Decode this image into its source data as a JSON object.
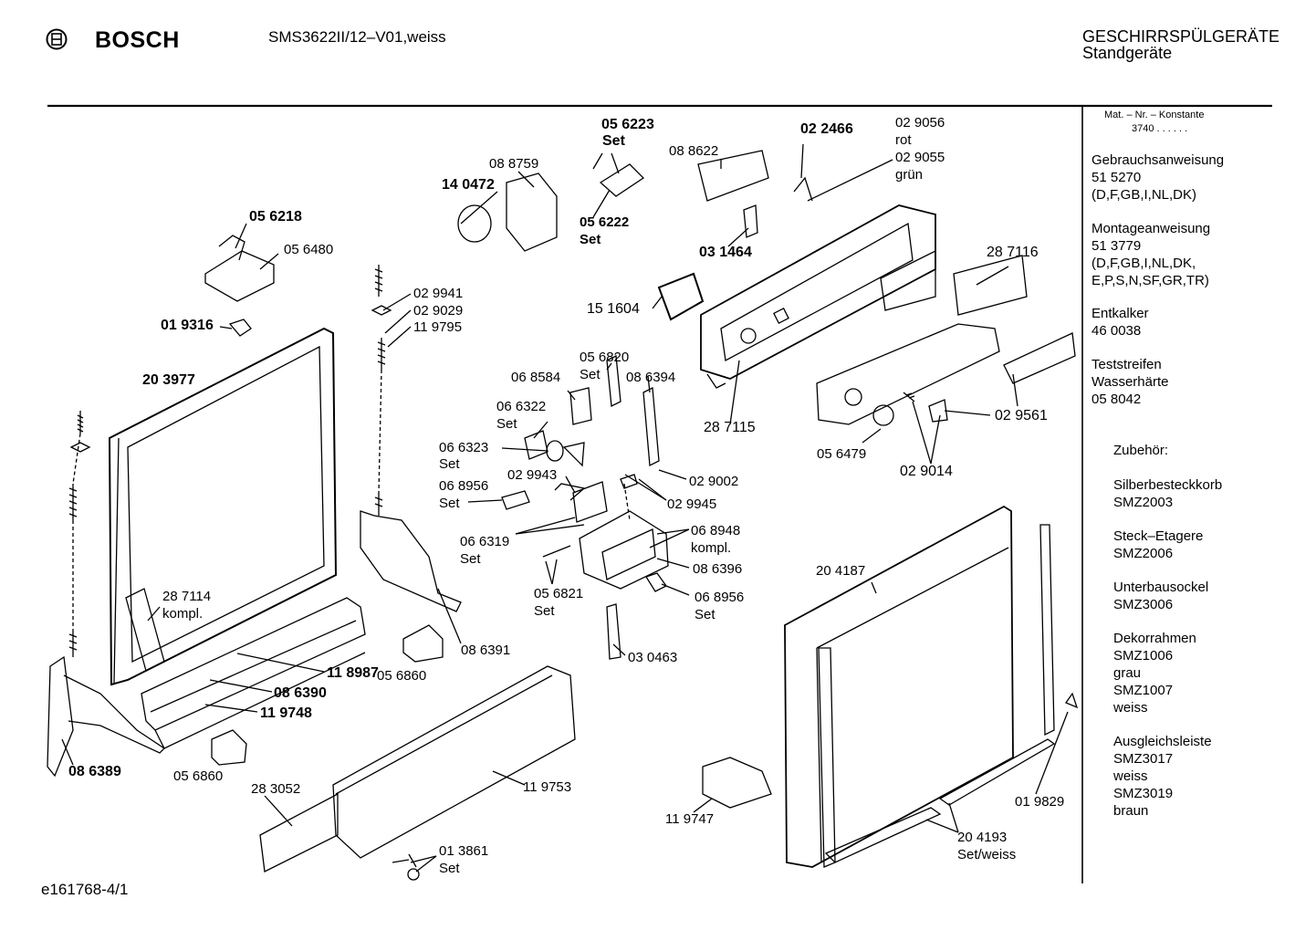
{
  "header": {
    "brand": "BOSCH",
    "model": "SMS3622II/12–V01,weiss",
    "category": "GESCHIRRSPÜLGERÄTE",
    "subcategory": "Standgeräte",
    "footer_code": "e161768-4/1"
  },
  "sidebar": {
    "mat_label": "Mat. – Nr. – Konstante",
    "mat_value": "3740 . . . . . .",
    "blocks": [
      "Gebrauchsanweisung\n51 5270\n(D,F,GB,I,NL,DK)",
      "Montageanweisung\n51 3779\n(D,F,GB,I,NL,DK,\nE,P,S,N,SF,GR,TR)",
      "Entkalker\n46 0038",
      "Teststreifen\nWasserhärte\n05 8042"
    ],
    "accessories_title": "Zubehör:",
    "accessories": [
      "Silberbesteckkorb\nSMZ2003",
      "Steck–Etagere\nSMZ2006",
      "Unterbausockel\nSMZ3006",
      "Dekorrahmen\nSMZ1006\ngrau\nSMZ1007\nweiss",
      "Ausgleichsleiste\nSMZ3017\nweiss\nSMZ3019\nbraun"
    ]
  },
  "parts": [
    {
      "text": "05 6223"
    },
    {
      "text": "Set"
    },
    {
      "text": "08 8759"
    },
    {
      "text": "14 0472"
    },
    {
      "text": "05 6222"
    },
    {
      "text": "Set"
    },
    {
      "text": "08 8622"
    },
    {
      "text": "02 2466"
    },
    {
      "text": "02 9056"
    },
    {
      "text": "rot"
    },
    {
      "text": "02 9055"
    },
    {
      "text": "grün"
    },
    {
      "text": "05 6218"
    },
    {
      "text": "05 6480"
    },
    {
      "text": "03 1464"
    },
    {
      "text": "28 7116"
    },
    {
      "text": "02 9941"
    },
    {
      "text": "02 9029"
    },
    {
      "text": "11 9795"
    },
    {
      "text": "15 1604"
    },
    {
      "text": "01 9316"
    },
    {
      "text": "20 3977"
    },
    {
      "text": "05 6820"
    },
    {
      "text": "Set"
    },
    {
      "text": "06 8584"
    },
    {
      "text": "08 6394"
    },
    {
      "text": "06 6322"
    },
    {
      "text": "Set"
    },
    {
      "text": "28 7115"
    },
    {
      "text": "06 6323"
    },
    {
      "text": "Set"
    },
    {
      "text": "02 9561"
    },
    {
      "text": "05 6479"
    },
    {
      "text": "02 9014"
    },
    {
      "text": "02 9943"
    },
    {
      "text": "02 9002"
    },
    {
      "text": "06 8956"
    },
    {
      "text": "Set"
    },
    {
      "text": "02 9945"
    },
    {
      "text": "06 8948"
    },
    {
      "text": "kompl."
    },
    {
      "text": "06 6319"
    },
    {
      "text": "Set"
    },
    {
      "text": "08 6396"
    },
    {
      "text": "20 4187"
    },
    {
      "text": "05 6821"
    },
    {
      "text": "Set"
    },
    {
      "text": "06 8956"
    },
    {
      "text": "Set"
    },
    {
      "text": "28 7114"
    },
    {
      "text": "kompl."
    },
    {
      "text": "08 6391"
    },
    {
      "text": "03 0463"
    },
    {
      "text": "05 6860"
    },
    {
      "text": "11 8987"
    },
    {
      "text": "08 6390"
    },
    {
      "text": "11 9748"
    },
    {
      "text": "08 6389"
    },
    {
      "text": "05 6860"
    },
    {
      "text": "28 3052"
    },
    {
      "text": "11 9753"
    },
    {
      "text": "11 9747"
    },
    {
      "text": "01 9829"
    },
    {
      "text": "20 4193"
    },
    {
      "text": "Set/weiss"
    },
    {
      "text": "01 3861"
    },
    {
      "text": "Set"
    }
  ]
}
